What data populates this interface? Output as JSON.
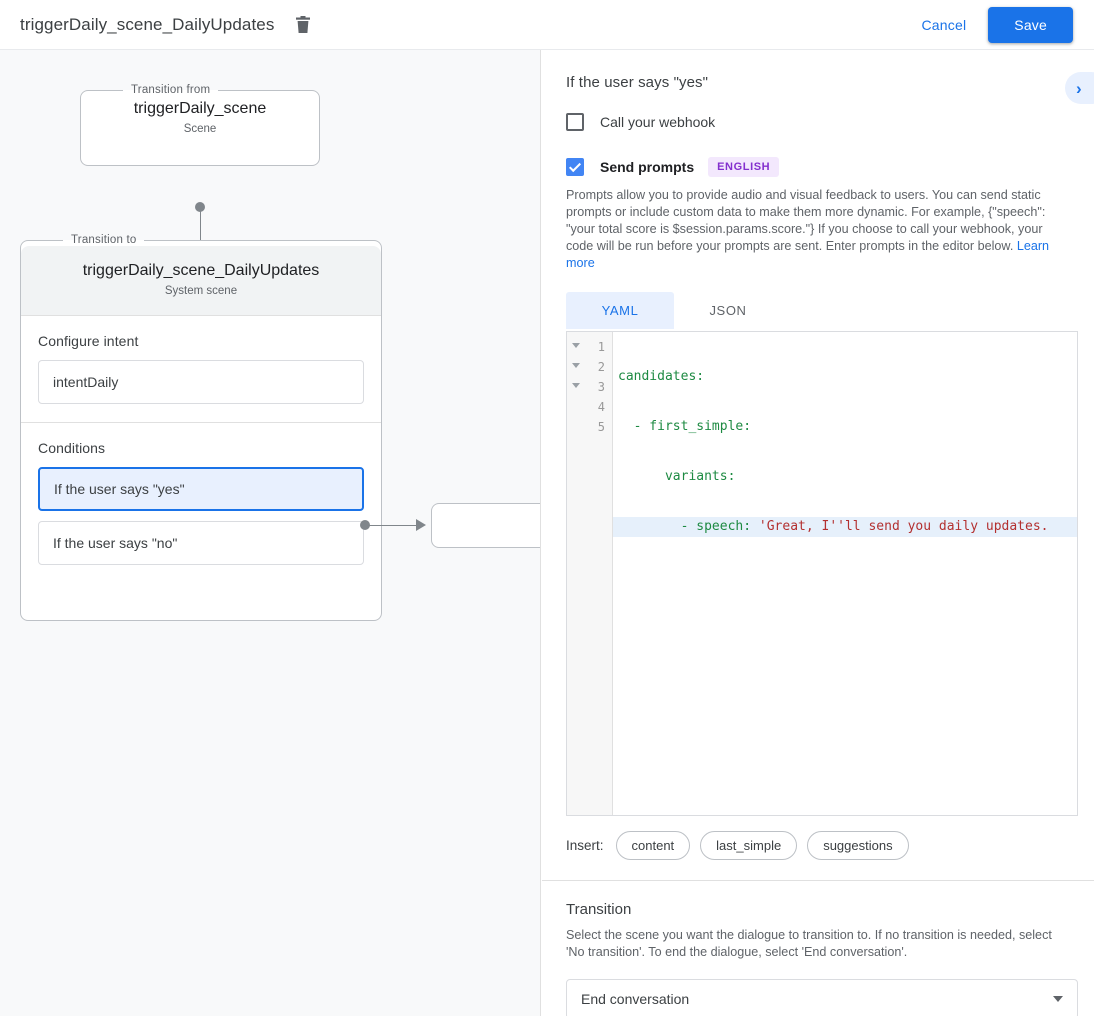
{
  "topbar": {
    "title": "triggerDaily_scene_DailyUpdates",
    "delete_icon": "trash-icon",
    "cancel_label": "Cancel",
    "save_label": "Save",
    "accent_color": "#1a73e8"
  },
  "canvas": {
    "from_node": {
      "legend": "Transition from",
      "name": "triggerDaily_scene",
      "subtitle": "Scene"
    },
    "to_node": {
      "legend": "Transition to",
      "name": "triggerDaily_scene_DailyUpdates",
      "subtitle": "System scene"
    },
    "intent_section": {
      "label": "Configure intent",
      "value": "intentDaily"
    },
    "conditions_section": {
      "label": "Conditions",
      "items": [
        {
          "label": "If the user says \"yes\"",
          "selected": true
        },
        {
          "label": "If the user says \"no\"",
          "selected": false
        }
      ]
    }
  },
  "panel": {
    "title": "If the user says \"yes\"",
    "expand_icon": "chevron-right-icon",
    "webhook": {
      "label": "Call your webhook",
      "checked": false
    },
    "prompts": {
      "label": "Send prompts",
      "checked": true,
      "badge": "ENGLISH",
      "badge_bg": "#f3e8fd",
      "badge_color": "#8430ce",
      "description": "Prompts allow you to provide audio and visual feedback to users. You can send static prompts or include custom data to make them more dynamic. For example, {\"speech\": \"your total score is $session.params.score.\"} If you choose to call your webhook, your code will be run before your prompts are sent. Enter prompts in the editor below. ",
      "learn_more": "Learn more"
    },
    "editor_tabs": [
      {
        "label": "YAML",
        "active": true
      },
      {
        "label": "JSON",
        "active": false
      }
    ],
    "editor": {
      "lines": [
        {
          "number": "1",
          "fold": true,
          "highlighted": false,
          "key": "candidates",
          "text": "candidates:"
        },
        {
          "number": "2",
          "fold": true,
          "highlighted": false,
          "key": "- first_simple",
          "text": "  - first_simple:"
        },
        {
          "number": "3",
          "fold": true,
          "highlighted": false,
          "key": "variants",
          "text": "      variants:"
        },
        {
          "number": "4",
          "fold": false,
          "highlighted": true,
          "key": "- speech",
          "text": "        - speech: 'Great, I''ll send you daily updates."
        },
        {
          "number": "5",
          "fold": false,
          "highlighted": false,
          "key": "",
          "text": ""
        }
      ],
      "line4_prefix": "        - speech: ",
      "line4_string": "'Great, I''ll send you daily updates."
    },
    "insert": {
      "label": "Insert:",
      "chips": [
        "content",
        "last_simple",
        "suggestions"
      ]
    },
    "transition": {
      "title": "Transition",
      "description": "Select the scene you want the dialogue to transition to. If no transition is needed, select 'No transition'. To end the dialogue, select 'End conversation'.",
      "selected": "End conversation"
    }
  }
}
